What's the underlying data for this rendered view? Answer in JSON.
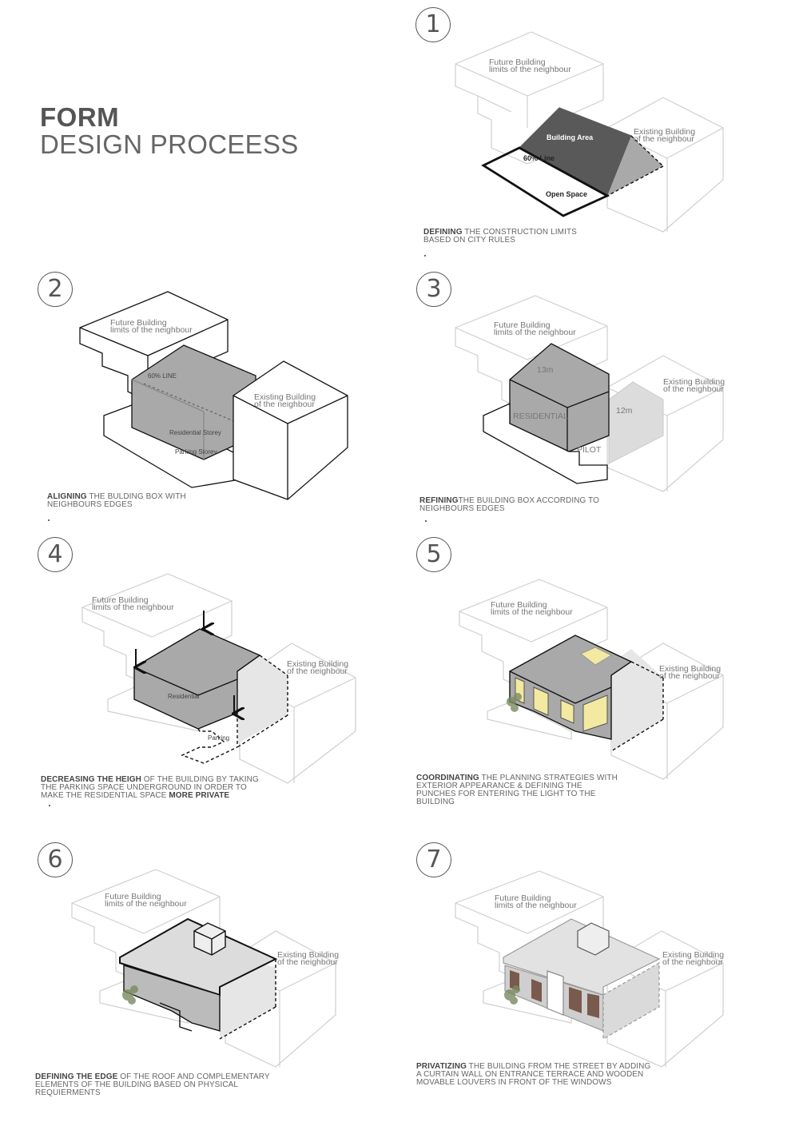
{
  "title": {
    "line1": "FORM",
    "line2": "DESIGN PROCEESS"
  },
  "labels": {
    "future_1": "Future Building",
    "future_2": "limits of the neighbour",
    "existing_1": "Existing Building",
    "existing_2": "of the neighbour"
  },
  "steps": [
    {
      "number": "1",
      "caption_bold": "DEFINING",
      "caption_rest": " THE CONSTRUCTION LIMITS BASED ON CITY RULES",
      "caption_bold_2": "",
      "caption_tail": "",
      "tags": {
        "building_area": "Building Area",
        "line": "60% Line",
        "open_space": "Open Space"
      }
    },
    {
      "number": "2",
      "caption_bold": "ALIGNING",
      "caption_rest": " THE BULDING BOX WITH NEIGHBOURS EDGES",
      "caption_bold_2": "",
      "caption_tail": "",
      "tags": {
        "line": "60% LINE",
        "residential": "Residential Storey",
        "parking": "Parking Storey"
      }
    },
    {
      "number": "3",
      "caption_bold": "REFINING",
      "caption_rest": "THE BUILDING BOX ACCORDING TO NEIGHBOURS EDGES",
      "caption_bold_2": "",
      "caption_tail": "",
      "tags": {
        "h13": "13m",
        "h12": "12m",
        "residential": "RESIDENTIAL",
        "pilot": "PILOT"
      }
    },
    {
      "number": "4",
      "caption_bold": "DECREASING THE HEIGH",
      "caption_rest": " OF THE BUILDING BY TAKING THE PARKING SPACE UNDERGROUND IN ORDER TO MAKE THE RESIDENTIAL SPACE ",
      "caption_bold_2": "MORE PRIVATE",
      "caption_tail": "",
      "tags": {
        "residential": "Residential",
        "parking": "Parking"
      }
    },
    {
      "number": "5",
      "caption_bold": "COORDINATING",
      "caption_rest": " THE PLANNING STRATEGIES WITH EXTERIOR APPEARANCE  & DEFINING THE PUNCHES FOR ENTERING THE LIGHT TO THE BUILDING",
      "caption_bold_2": "",
      "caption_tail": ""
    },
    {
      "number": "6",
      "caption_bold": "DEFINING THE EDGE",
      "caption_rest": " OF THE ROOF AND COMPLEMENTARY ELEMENTS OF THE BUILDING BASED ON PHYSICAL REQUIERMENTS",
      "caption_bold_2": "",
      "caption_tail": ""
    },
    {
      "number": "7",
      "caption_bold": "PRIVATIZING",
      "caption_rest": " THE BUILDING FROM THE STREET BY ADDING A CURTAIN WALL ON ENTRANCE TERRACE AND WOODEN MOVABLE LOUVERS IN FRONT OF THE WINDOWS",
      "caption_bold_2": "",
      "caption_tail": ""
    }
  ],
  "colors": {
    "line": "#c8c8c8",
    "dark": "#111111",
    "fill": "#a9a9a9",
    "window": "#f3e9a0",
    "louver": "#7a5a4d"
  }
}
